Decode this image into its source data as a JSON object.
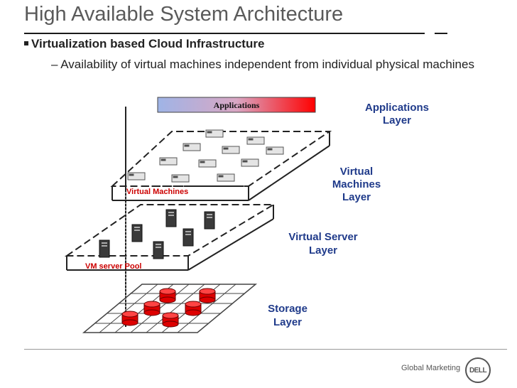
{
  "slide": {
    "title": "High Available System Architecture",
    "bullet": "Virtualization based Cloud Infrastructure",
    "sub_bullet": "– Availability of virtual machines independent from individual physical machines"
  },
  "diagram": {
    "applications_bar": "Applications",
    "layers": {
      "applications": [
        "Applications",
        "Layer"
      ],
      "virtual_machines": [
        "Virtual",
        "Machines",
        "Layer"
      ],
      "virtual_server": [
        "Virtual Server",
        "Layer"
      ],
      "storage": [
        "Storage",
        "Layer"
      ]
    },
    "virtual_machines_label": "Virtual Machines",
    "vm_server_pool_label": "VM server Pool"
  },
  "footer": {
    "text": "Global Marketing",
    "logo": "DELL"
  },
  "colors": {
    "label_blue": "#1f3a8a",
    "accent_red": "#cc0000",
    "title_gray": "#5a5a5a"
  }
}
